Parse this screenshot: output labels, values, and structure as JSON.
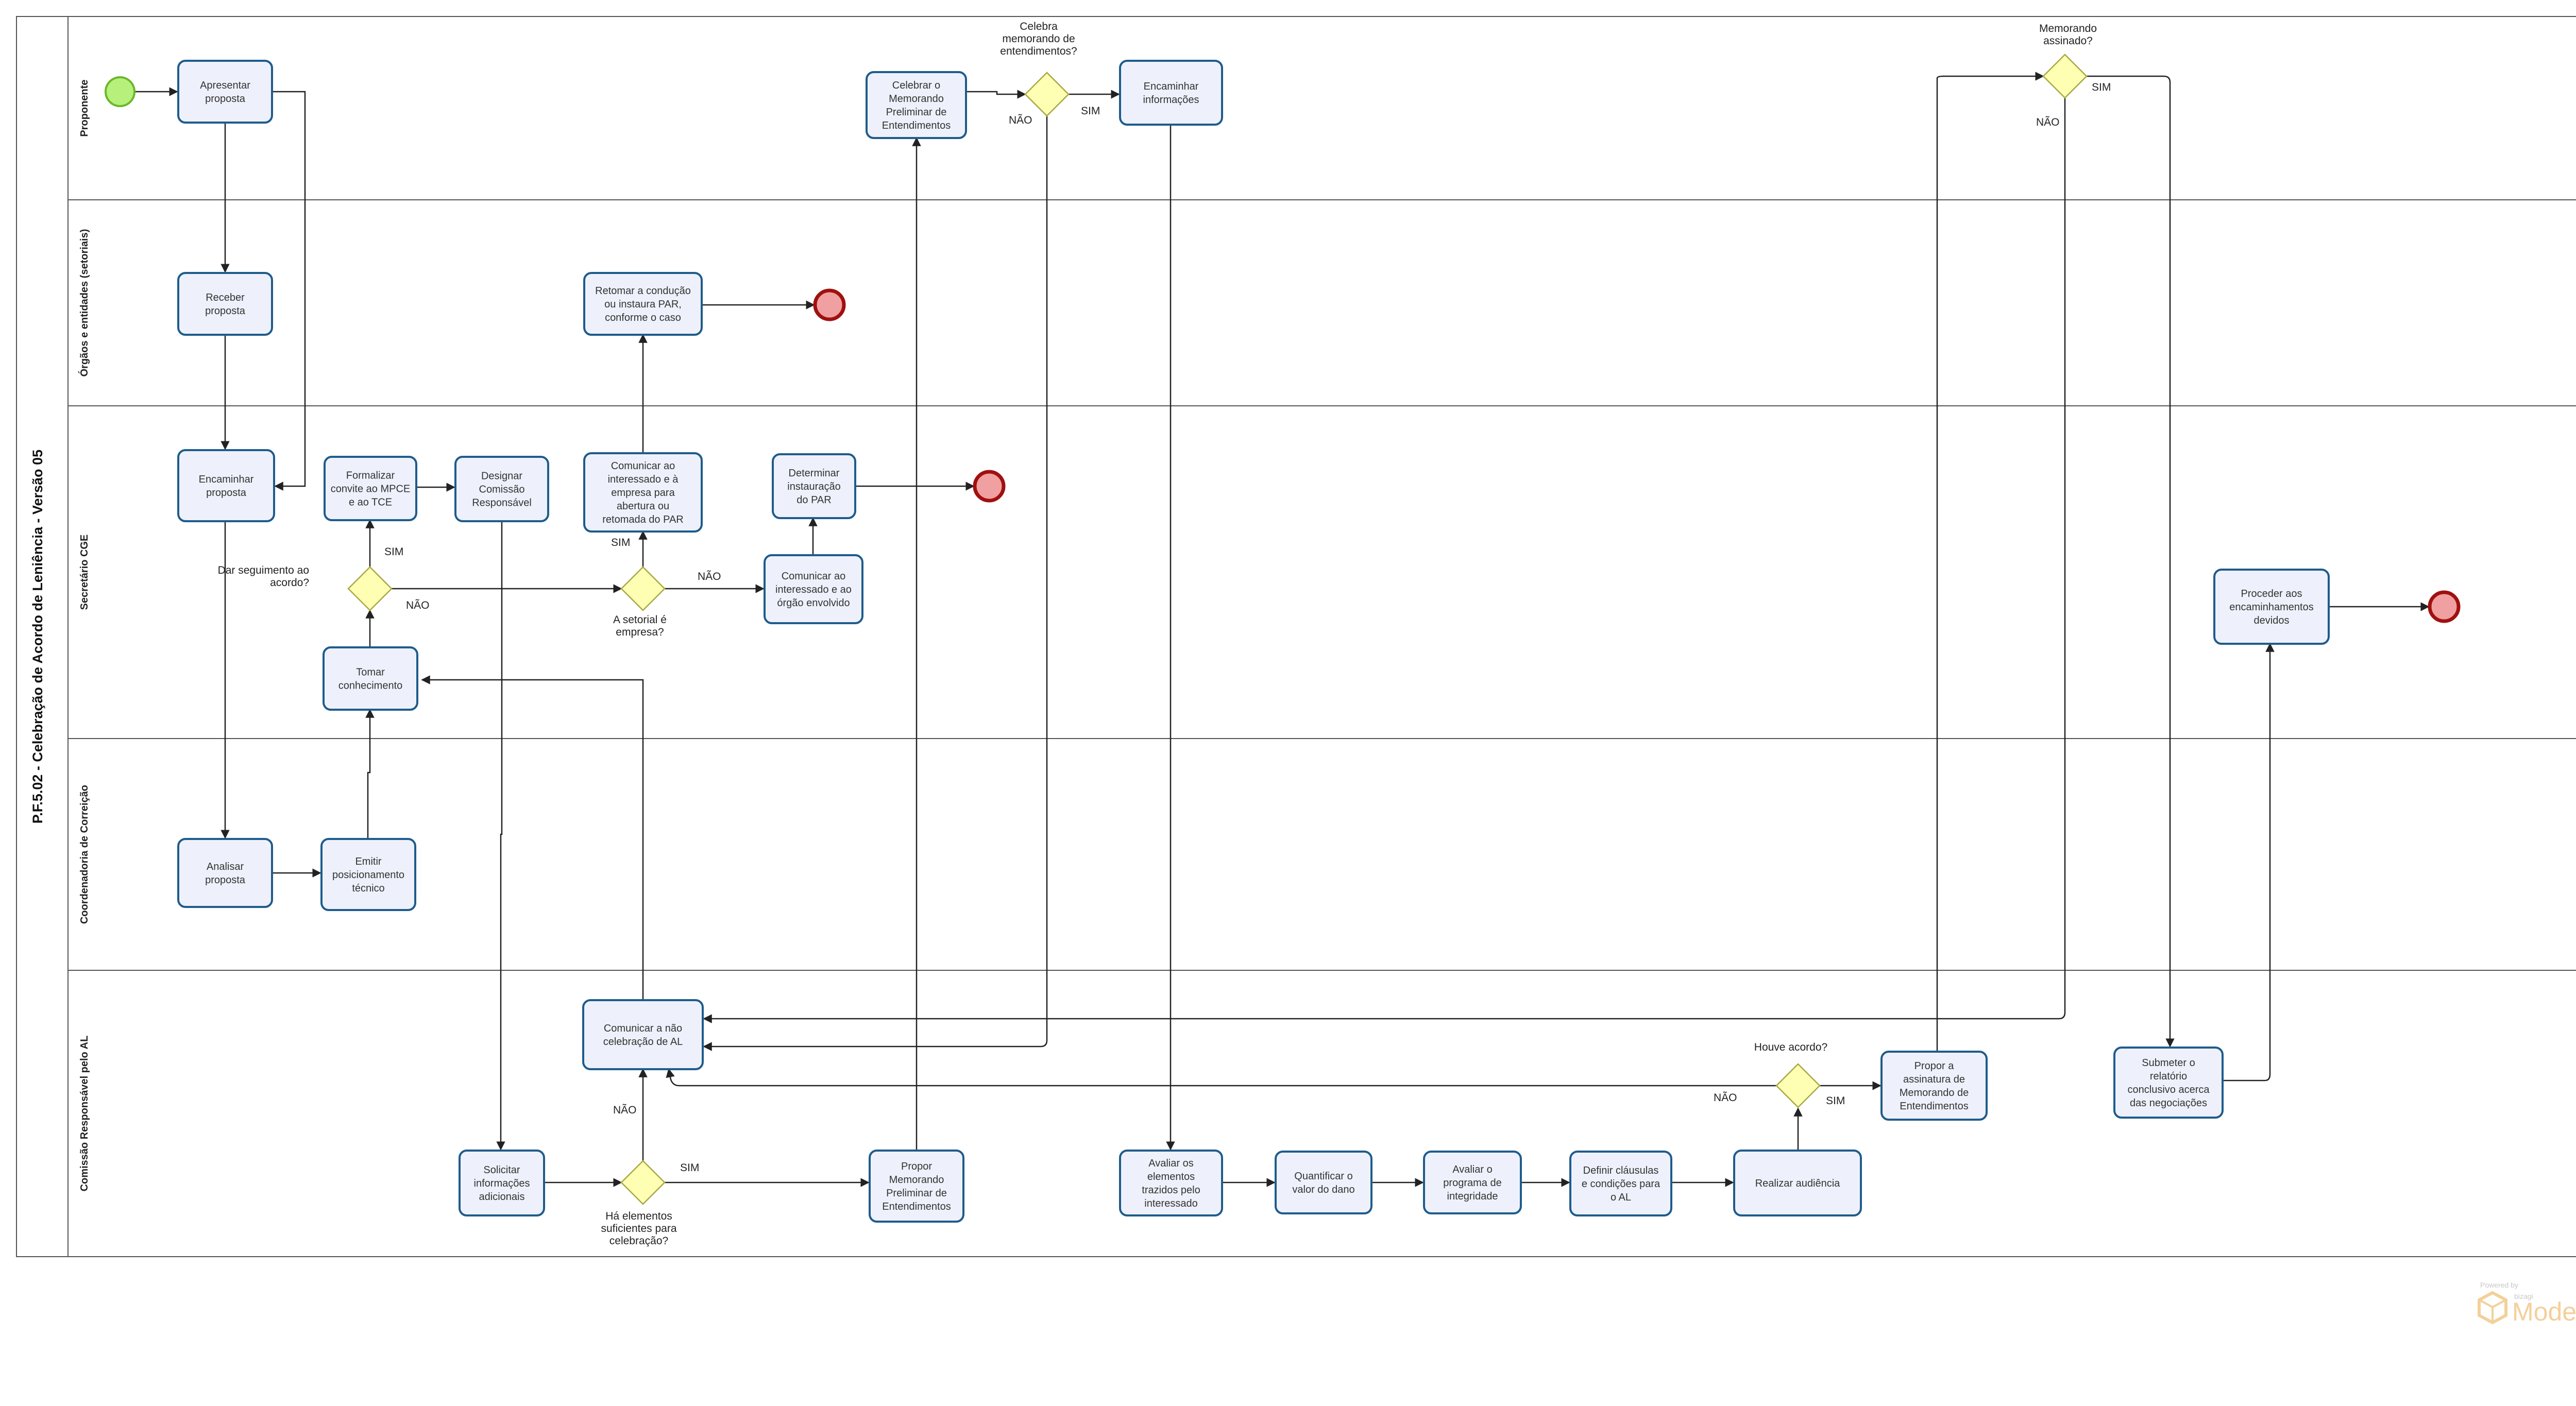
{
  "pool": {
    "title": "P.F.5.02 - Celebração de Acordo de Leniência - Versão 05"
  },
  "lanes": [
    {
      "id": "proponente",
      "label": "Proponente"
    },
    {
      "id": "orgaos",
      "label": "Órgãos e entidades (setoriais)"
    },
    {
      "id": "secretario",
      "label": "Secretário CGE"
    },
    {
      "id": "coordenadoria",
      "label": "Coordenadoria de Correição"
    },
    {
      "id": "comissao",
      "label": "Comissão Responsável pelo AL"
    }
  ],
  "tasks": {
    "apresentar": {
      "label": [
        "Apresentar",
        "proposta"
      ]
    },
    "receber": {
      "label": [
        "Receber",
        "proposta"
      ]
    },
    "encaminhar_proposta": {
      "label": [
        "Encaminhar",
        "proposta"
      ]
    },
    "analisar": {
      "label": [
        "Analisar",
        "proposta"
      ]
    },
    "emitir": {
      "label": [
        "Emitir",
        "posicionamento",
        "técnico"
      ]
    },
    "tomar": {
      "label": [
        "Tomar",
        "conhecimento"
      ]
    },
    "formalizar": {
      "label": [
        "Formalizar",
        "convite ao MPCE",
        "e ao TCE"
      ]
    },
    "designar": {
      "label": [
        "Designar",
        "Comissão",
        "Responsável"
      ]
    },
    "retomar": {
      "label": [
        "Retomar a condução",
        "ou instaura PAR,",
        "conforme o caso"
      ]
    },
    "comunicar_empresa": {
      "label": [
        "Comunicar ao",
        "interessado e à",
        "empresa para",
        "abertura ou",
        "retomada do PAR"
      ]
    },
    "determinar": {
      "label": [
        "Determinar",
        "instauração",
        "do PAR"
      ]
    },
    "comunicar_orgao": {
      "label": [
        "Comunicar ao",
        "interessado e ao",
        "órgão envolvido"
      ]
    },
    "celebrar": {
      "label": [
        "Celebrar o",
        "Memorando",
        "Preliminar de",
        "Entendimentos"
      ]
    },
    "encaminhar_info": {
      "label": [
        "Encaminhar",
        "informações"
      ]
    },
    "comunicar_nao": {
      "label": [
        "Comunicar a não",
        "celebração de AL"
      ]
    },
    "solicitar": {
      "label": [
        "Solicitar",
        "informações",
        "adicionais"
      ]
    },
    "propor_memorando": {
      "label": [
        "Propor",
        "Memorando",
        "Preliminar de",
        "Entendimentos"
      ]
    },
    "avaliar_elementos": {
      "label": [
        "Avaliar os",
        "elementos",
        "trazidos pelo",
        "interessado"
      ]
    },
    "quantificar": {
      "label": [
        "Quantificar o",
        "valor do dano"
      ]
    },
    "avaliar_programa": {
      "label": [
        "Avaliar o",
        "programa de",
        "integridade"
      ]
    },
    "definir": {
      "label": [
        "Definir cláusulas",
        "e condições para",
        "o AL"
      ]
    },
    "realizar": {
      "label": [
        "Realizar audiência"
      ]
    },
    "propor_assinatura": {
      "label": [
        "Propor a",
        "assinatura de",
        "Memorando de",
        "Entendimentos"
      ]
    },
    "submeter": {
      "label": [
        "Submeter o",
        "relatório",
        "conclusivo acerca",
        "das negociações"
      ]
    },
    "proceder": {
      "label": [
        "Proceder aos",
        "encaminhamentos",
        "devidos"
      ]
    }
  },
  "gateways": {
    "dar_seguimento": {
      "question": [
        "Dar seguimento ao",
        "acordo?"
      ]
    },
    "setorial_empresa": {
      "question": [
        "A setorial é",
        "empresa?"
      ]
    },
    "celebra_memorando": {
      "question": [
        "Celebra",
        "memorando de",
        "entendimentos?"
      ]
    },
    "memorando_assinado": {
      "question": [
        "Memorando",
        "assinado?"
      ]
    },
    "elementos_suficientes": {
      "question": [
        "Há elementos",
        "suficientes para",
        "celebração?"
      ]
    },
    "houve_acordo": {
      "question": [
        "Houve acordo?"
      ]
    }
  },
  "flow_labels": {
    "yes": "SIM",
    "no": "NÃO"
  },
  "branding": {
    "powered_by": "Powered by",
    "company": "bizagi",
    "product": "Modeler"
  },
  "colors": {
    "task_fill": "#eef1fb",
    "task_border": "#1f5c8c",
    "gateway_fill": "#ffffb4",
    "start_fill": "#b8f07c",
    "end_fill": "#f0a0a0",
    "end_border": "#a01010"
  }
}
